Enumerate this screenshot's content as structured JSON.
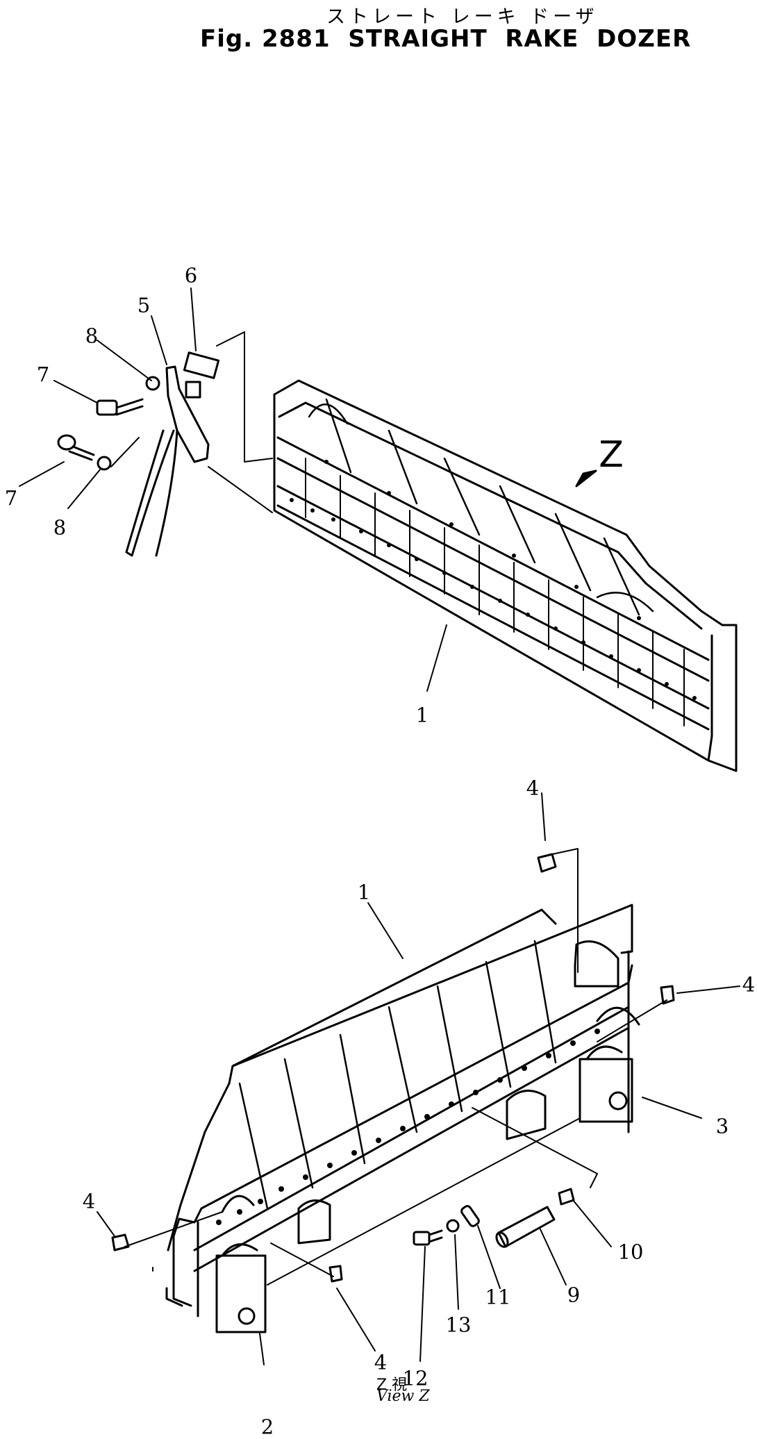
{
  "header": {
    "title_kana": "ストレート レーキ ドーザ",
    "title": "Fig. 2881  STRAIGHT  RAKE  DOZER"
  },
  "view": {
    "marker": "Z",
    "label_jp": "Z 視",
    "label_en": "View Z"
  },
  "callouts": [
    "1",
    "1",
    "2",
    "3",
    "4",
    "4",
    "4",
    "4",
    "5",
    "6",
    "7",
    "7",
    "8",
    "8",
    "9",
    "10",
    "11",
    "12",
    "13"
  ]
}
